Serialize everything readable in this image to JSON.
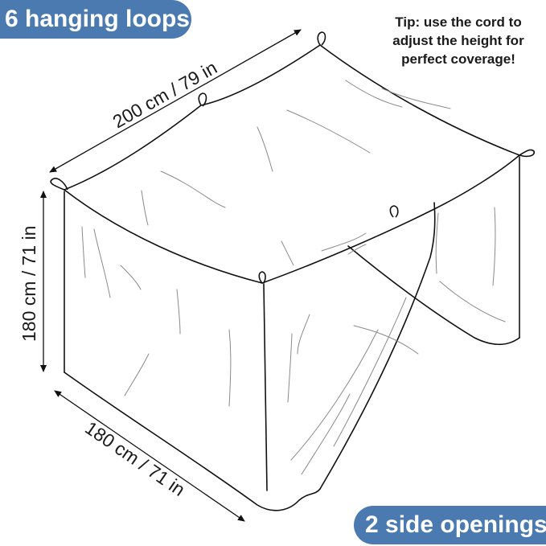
{
  "badges": {
    "top_left": "6 hanging loops",
    "bottom_right": "2 side openings"
  },
  "tip": {
    "line1": "Tip: use the cord to",
    "line2": "adjust the height for",
    "line3": "perfect coverage!"
  },
  "dimensions": {
    "length": "200 cm / 79 in",
    "height": "180 cm / 71 in",
    "width": "180 cm / 71 in"
  },
  "colors": {
    "badge_bg": "#4a7ab0",
    "badge_text": "#ffffff",
    "line": "#111111",
    "fold_line": "#8a8a8a"
  },
  "illustration": {
    "subject": "rectangular mosquito net canopy",
    "hanging_loops": 6,
    "side_openings": 2
  }
}
